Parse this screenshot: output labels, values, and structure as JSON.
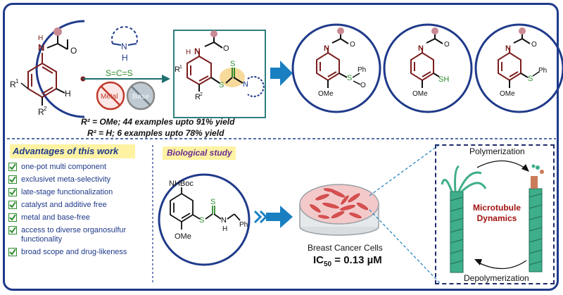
{
  "reagents": {
    "cs2": "S=C=S",
    "amine_nh": "N–H",
    "amine_n": "N",
    "amine_h": "H"
  },
  "labels": {
    "r1": "R",
    "r1_sup": "1",
    "r2": "R",
    "r2_sup": "2",
    "n": "N",
    "h": "H",
    "s": "S",
    "ome": "OMe",
    "sh": "SH",
    "ph": "Ph",
    "o": "O",
    "nhboc": "NHBoc"
  },
  "no_signs": {
    "metal": "Metal",
    "base": "Base"
  },
  "yields": {
    "line1": "R² = OMe; 44 examples upto 91% yield",
    "line2": "R² = H; 6 examples upto 78% yield"
  },
  "advantages": {
    "title": "Advantages of this work",
    "items": [
      "one-pot multi component",
      "exclusivet meta-selectivity",
      "late-stage functionalization",
      "catalyst and additive free",
      "metal and base-free",
      "access to diverse organosulfur functionality",
      "broad scope and drug-likeness"
    ]
  },
  "bio": {
    "title": "Biological study",
    "cells": "Breast Cancer Cells",
    "ic50_label": "IC",
    "ic50_sub": "50",
    "ic50_value": " = 0.13 µM"
  },
  "microtubule": {
    "polymerization": "Polymerization",
    "depolymerization": "Depolymerization",
    "center_line1": "Microtubule",
    "center_line2": "Dynamics"
  },
  "colors": {
    "frame": "#1f3a8a",
    "arrow": "#1a7fc1",
    "ring_dark": "#7b1d1d",
    "text_blue": "#1f3a8a",
    "highlight": "#fff3a3",
    "sulfur_green": "#2e8b2e",
    "micro_red": "#a01010",
    "teal": "#2f8f8f"
  }
}
